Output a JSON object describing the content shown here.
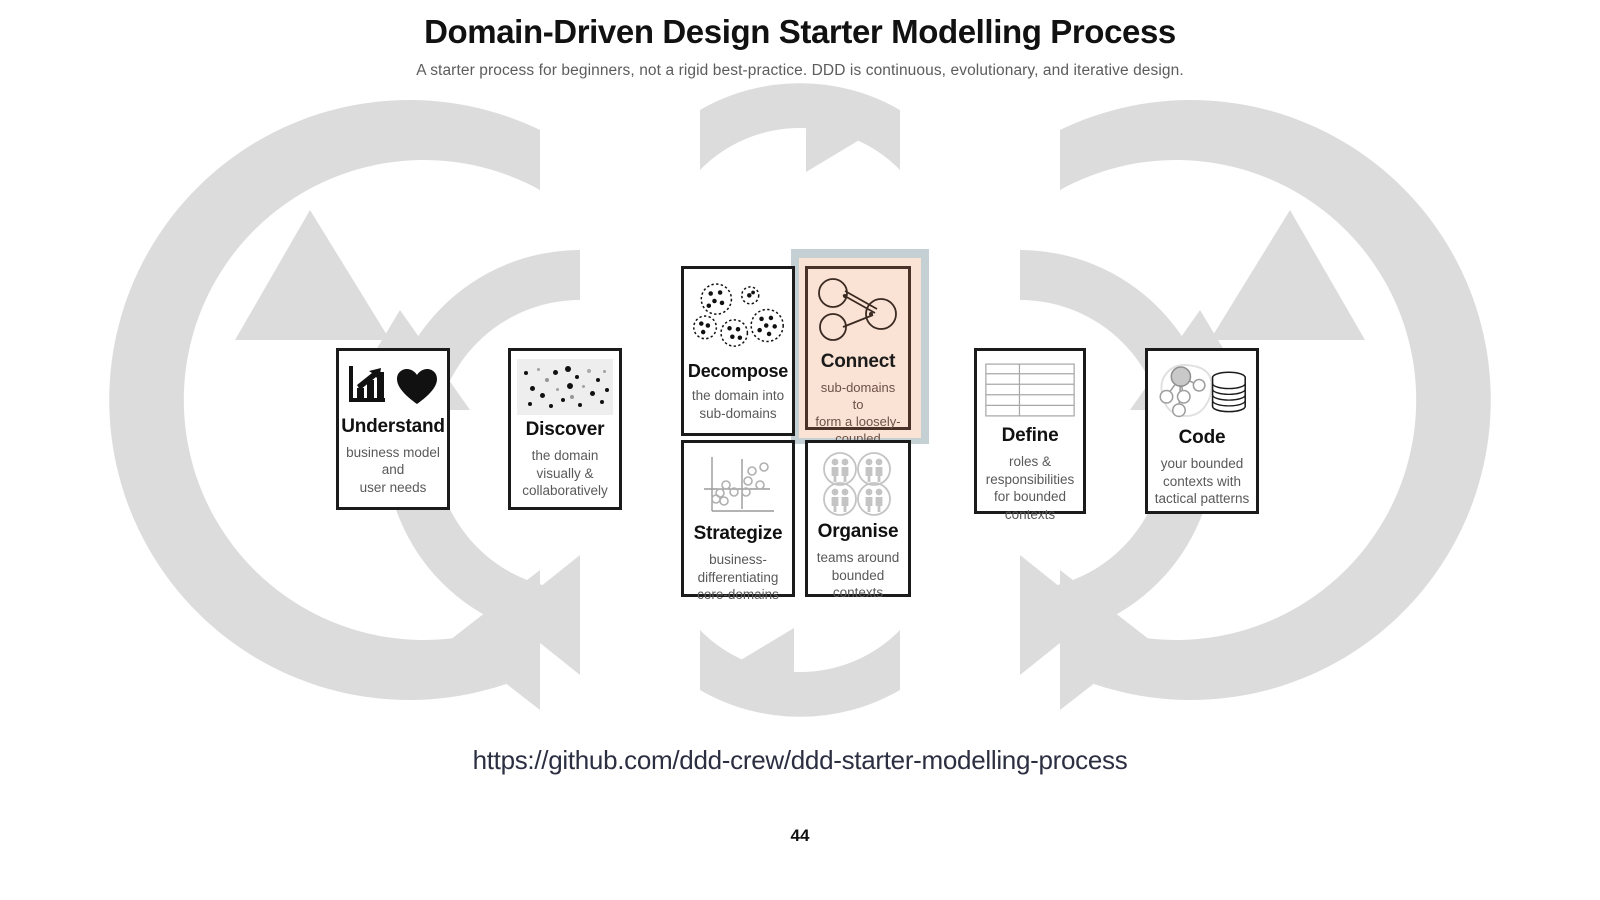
{
  "header": {
    "title": "Domain-Driven Design Starter Modelling Process",
    "subtitle": "A starter process for beginners, not a rigid best-practice. DDD is continuous, evolutionary, and iterative design."
  },
  "footer": {
    "url": "https://github.com/ddd-crew/ddd-starter-modelling-process",
    "page_number": "44"
  },
  "colors": {
    "highlight_peach": "#fae3d4",
    "selection_blue_gray": "#c5d0d5",
    "background_arrow_gray": "#dcdcdc",
    "card_border": "#1b1b1b",
    "connect_border": "#4a3228",
    "title_black": "#111111",
    "desc_gray": "#595959",
    "url_navy": "#2c2f42"
  },
  "cards": [
    {
      "id": "understand",
      "title": "Understand",
      "desc": "business model\nand\nuser needs",
      "icon": "bar-chart-and-heart-icon",
      "highlighted": false
    },
    {
      "id": "discover",
      "title": "Discover",
      "desc": "the domain\nvisually &\ncollaboratively",
      "icon": "scattered-dots-icon",
      "highlighted": false
    },
    {
      "id": "decompose",
      "title": "Decompose",
      "desc": "the domain into\nsub-domains",
      "icon": "dot-clusters-icon",
      "highlighted": false
    },
    {
      "id": "connect",
      "title": "Connect",
      "desc": "sub-domains to\nform a loosely-\ncoupled\narchitecture",
      "icon": "connected-nodes-icon",
      "highlighted": true
    },
    {
      "id": "strategize",
      "title": "Strategize",
      "desc": "business-\ndifferentiating\ncore-domains",
      "icon": "quadrant-scatter-icon",
      "highlighted": false
    },
    {
      "id": "organise",
      "title": "Organise",
      "desc": "teams around\nbounded\ncontexts",
      "icon": "team-circles-icon",
      "highlighted": false
    },
    {
      "id": "define",
      "title": "Define",
      "desc": "roles &\nresponsibilities\nfor bounded\ncontexts",
      "icon": "table-grid-icon",
      "highlighted": false
    },
    {
      "id": "code",
      "title": "Code",
      "desc": "your bounded\ncontexts with\ntactical patterns",
      "icon": "node-graph-and-database-icon",
      "highlighted": false
    }
  ]
}
